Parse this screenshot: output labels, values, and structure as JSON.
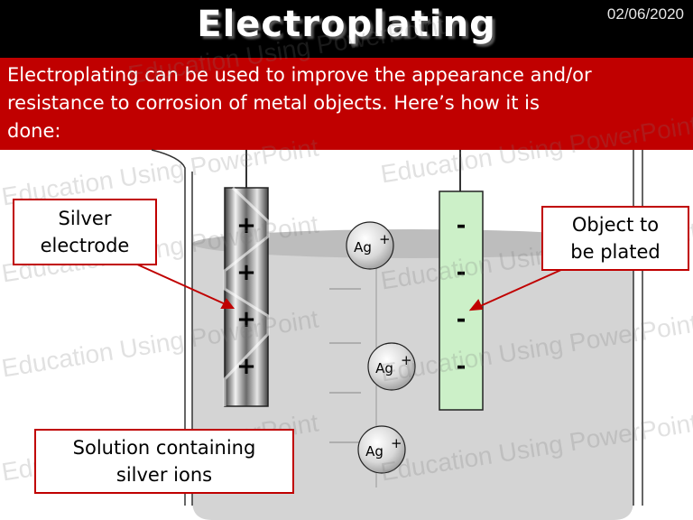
{
  "header": {
    "title": "Electroplating",
    "date": "02/06/2020"
  },
  "intro": {
    "lines": [
      "Electroplating can be used to improve the appearance and/or",
      "resistance to corrosion of metal objects.  Here’s how it is",
      "done:"
    ]
  },
  "diagram": {
    "labels": {
      "silver_electrode": [
        "Silver",
        "electrode"
      ],
      "object_to_be_plated": [
        "Object to",
        "be plated"
      ],
      "solution": [
        "Solution containing",
        "silver ions"
      ]
    },
    "ions": [
      "Ag",
      "Ag",
      "Ag"
    ],
    "ion_charge": "+",
    "anode_signs": [
      "+",
      "+",
      "+",
      "+"
    ],
    "cathode_signs": [
      "-",
      "-",
      "-",
      "-"
    ],
    "watermark": "Education Using PowerPoint",
    "colors": {
      "accent_red": "#c00000",
      "solution_grey": "#d4d4d4",
      "cathode_green": "#ccf0c8"
    }
  }
}
